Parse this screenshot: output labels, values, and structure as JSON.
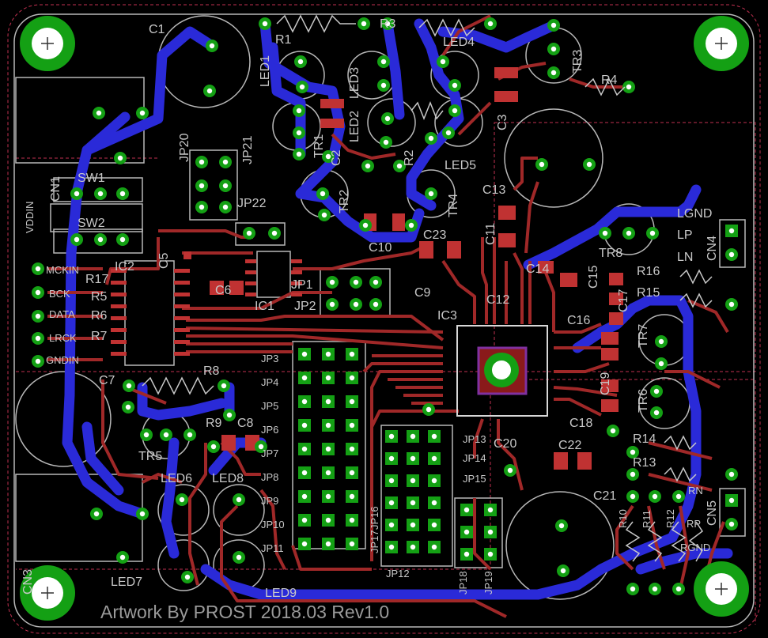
{
  "board": {
    "artwork_text": "Artwork By PROST   2018.03 Rev1.0",
    "colors": {
      "background": "#000000",
      "bottom_copper": "#2a2ad8",
      "top_copper": "#a02828",
      "pad_ring": "#14a014",
      "silkscreen": "#c8c8c8",
      "dimension": "#c03050"
    }
  },
  "labels": [
    {
      "id": "c1",
      "text": "C1"
    },
    {
      "id": "r1",
      "text": "R1"
    },
    {
      "id": "r3",
      "text": "R3"
    },
    {
      "id": "led4",
      "text": "LED4"
    },
    {
      "id": "tr3",
      "text": "TR3"
    },
    {
      "id": "r4",
      "text": "R4"
    },
    {
      "id": "led1",
      "text": "LED1"
    },
    {
      "id": "led3",
      "text": "LED3"
    },
    {
      "id": "led2",
      "text": "LED2"
    },
    {
      "id": "c3",
      "text": "C3"
    },
    {
      "id": "tr1",
      "text": "TR1"
    },
    {
      "id": "c2",
      "text": "C2"
    },
    {
      "id": "r2",
      "text": "R2"
    },
    {
      "id": "led5",
      "text": "LED5"
    },
    {
      "id": "jp20",
      "text": "JP20"
    },
    {
      "id": "jp21",
      "text": "JP21"
    },
    {
      "id": "c13",
      "text": "C13"
    },
    {
      "id": "cn1",
      "text": "CN1"
    },
    {
      "id": "sw1",
      "text": "SW1"
    },
    {
      "id": "sw2",
      "text": "SW2"
    },
    {
      "id": "vddin",
      "text": "VDDIN"
    },
    {
      "id": "jp22",
      "text": "JP22"
    },
    {
      "id": "tr2",
      "text": "TR2"
    },
    {
      "id": "tr4",
      "text": "TR4"
    },
    {
      "id": "lgnd",
      "text": "LGND"
    },
    {
      "id": "lp",
      "text": "LP"
    },
    {
      "id": "ln",
      "text": "LN"
    },
    {
      "id": "cn4",
      "text": "CN4"
    },
    {
      "id": "tr8",
      "text": "TR8"
    },
    {
      "id": "c10",
      "text": "C10"
    },
    {
      "id": "c23",
      "text": "C23"
    },
    {
      "id": "c11",
      "text": "C11"
    },
    {
      "id": "c14",
      "text": "C14"
    },
    {
      "id": "c15",
      "text": "C15"
    },
    {
      "id": "r16",
      "text": "R16"
    },
    {
      "id": "mckin",
      "text": "MCKIN"
    },
    {
      "id": "r17",
      "text": "R17"
    },
    {
      "id": "ic2",
      "text": "IC2"
    },
    {
      "id": "c5",
      "text": "C5"
    },
    {
      "id": "c6",
      "text": "C6"
    },
    {
      "id": "jp1",
      "text": "JP1"
    },
    {
      "id": "c17",
      "text": "C17"
    },
    {
      "id": "r15",
      "text": "R15"
    },
    {
      "id": "bck",
      "text": "BCK"
    },
    {
      "id": "r5",
      "text": "R5"
    },
    {
      "id": "ic1",
      "text": "IC1"
    },
    {
      "id": "jp2",
      "text": "JP2"
    },
    {
      "id": "c9",
      "text": "C9"
    },
    {
      "id": "c12",
      "text": "C12"
    },
    {
      "id": "tr7",
      "text": "TR7"
    },
    {
      "id": "data",
      "text": "DATA"
    },
    {
      "id": "r6",
      "text": "R6"
    },
    {
      "id": "ic3",
      "text": "IC3"
    },
    {
      "id": "c16",
      "text": "C16"
    },
    {
      "id": "lrck",
      "text": "LRCK"
    },
    {
      "id": "r7",
      "text": "R7"
    },
    {
      "id": "jp3",
      "text": "JP3"
    },
    {
      "id": "gndin",
      "text": "GNDIN"
    },
    {
      "id": "r8",
      "text": "R8"
    },
    {
      "id": "c19",
      "text": "C19"
    },
    {
      "id": "c7",
      "text": "C7"
    },
    {
      "id": "jp4",
      "text": "JP4"
    },
    {
      "id": "tr6",
      "text": "TR6"
    },
    {
      "id": "jp5",
      "text": "JP5"
    },
    {
      "id": "c18",
      "text": "C18"
    },
    {
      "id": "r9",
      "text": "R9"
    },
    {
      "id": "c8",
      "text": "C8"
    },
    {
      "id": "jp6",
      "text": "JP6"
    },
    {
      "id": "jp13",
      "text": "JP13"
    },
    {
      "id": "c20",
      "text": "C20"
    },
    {
      "id": "c22",
      "text": "C22"
    },
    {
      "id": "r14",
      "text": "R14"
    },
    {
      "id": "tr5",
      "text": "TR5"
    },
    {
      "id": "jp7",
      "text": "JP7"
    },
    {
      "id": "jp14",
      "text": "JP14"
    },
    {
      "id": "r13",
      "text": "R13"
    },
    {
      "id": "led6",
      "text": "LED6"
    },
    {
      "id": "led8",
      "text": "LED8"
    },
    {
      "id": "jp8",
      "text": "JP8"
    },
    {
      "id": "jp15",
      "text": "JP15"
    },
    {
      "id": "c21",
      "text": "C21"
    },
    {
      "id": "rn",
      "text": "RN"
    },
    {
      "id": "jp9",
      "text": "JP9"
    },
    {
      "id": "jp16",
      "text": "JP16"
    },
    {
      "id": "r10",
      "text": "R10"
    },
    {
      "id": "r11",
      "text": "R11"
    },
    {
      "id": "r12",
      "text": "R12"
    },
    {
      "id": "cn5",
      "text": "CN5"
    },
    {
      "id": "rp",
      "text": "RP"
    },
    {
      "id": "jp10",
      "text": "JP10"
    },
    {
      "id": "jp17",
      "text": "JP17"
    },
    {
      "id": "rgnd",
      "text": "RGND"
    },
    {
      "id": "jp11",
      "text": "JP11"
    },
    {
      "id": "jp18",
      "text": "JP18"
    },
    {
      "id": "jp19",
      "text": "JP19"
    },
    {
      "id": "jp12",
      "text": "JP12"
    },
    {
      "id": "led7",
      "text": "LED7"
    },
    {
      "id": "cn3",
      "text": "CN3"
    },
    {
      "id": "led9",
      "text": "LED9"
    }
  ]
}
